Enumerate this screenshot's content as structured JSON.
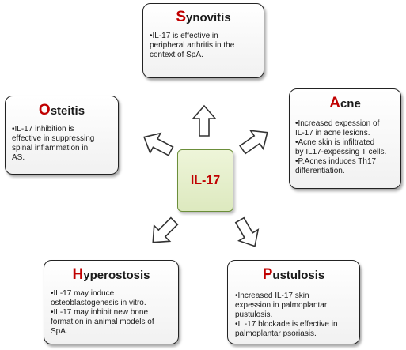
{
  "center": {
    "label": "IL-17"
  },
  "boxes": {
    "synovitis": {
      "cap": "S",
      "rest": "ynovitis",
      "lines": [
        "•IL-17 is effective in",
        "peripheral arthritis in the",
        "context of SpA."
      ]
    },
    "osteitis": {
      "cap": "O",
      "rest": "steitis",
      "lines": [
        "•IL-17 inhibition is",
        "effective in  suppressing",
        "spinal inflammation in",
        "AS."
      ]
    },
    "acne": {
      "cap": "A",
      "rest": "cne",
      "lines": [
        "•Increased expession of",
        "IL-17 in acne lesions.",
        "•Acne skin is infiltrated",
        "by IL17-expessing T cells.",
        "•P.Acnes  induces Th17",
        "differentiation."
      ]
    },
    "hyperostosis": {
      "cap": "H",
      "rest": "yperostosis",
      "lines": [
        "•IL-17 may induce",
        "osteoblastogenesis in vitro.",
        "•IL-17 may inhibit new bone",
        "formation in animal models of",
        "SpA."
      ]
    },
    "pustulosis": {
      "cap": "P",
      "rest": "ustulosis",
      "lines": [
        "•Increased IL-17 skin",
        "expession in palmoplantar",
        "pustulosis.",
        "•IL-17 blockade is effective in",
        "palmoplantar psoriasis."
      ]
    }
  }
}
